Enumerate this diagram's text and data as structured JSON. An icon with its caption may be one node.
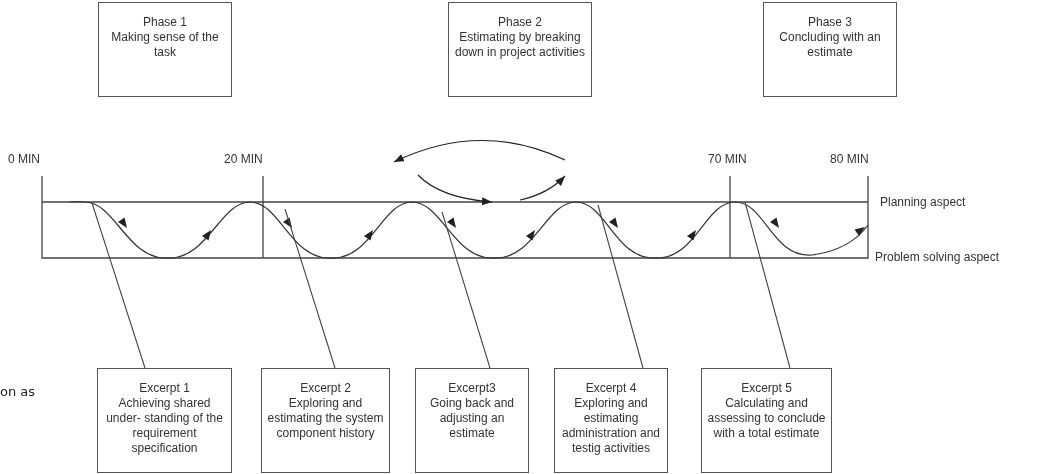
{
  "diagram": {
    "nodes": [
      {
        "text": [
          "Phase 1",
          "Making sense of the task"
        ]
      },
      {
        "text": [
          "Phase 2",
          "Estimating by breaking down in project activities"
        ]
      },
      {
        "text": [
          "Phase 3",
          "Concluding with an estimate"
        ]
      },
      {
        "text": [
          "Excerpt 1",
          "Achieving shared under- standing of the requirement specification"
        ]
      },
      {
        "text": [
          "Excerpt 2",
          "Exploring and estimating the system component history"
        ]
      },
      {
        "text": [
          "Excerpt3",
          "Going back and adjusting an estimate"
        ]
      },
      {
        "text": [
          "Excerpt 4",
          "Exploring and estimating administration and testig activities"
        ]
      },
      {
        "text": [
          "Excerpt 5",
          "Calculating and assessing to conclude with a total estimate"
        ]
      },
      {
        "text": [],
        "shape": "wave"
      }
    ],
    "edges": [
      {
        "from": 3,
        "to": 8,
        "arrow": "none"
      },
      {
        "from": 4,
        "to": 8,
        "arrow": "none"
      },
      {
        "from": 5,
        "to": 8,
        "arrow": "none"
      },
      {
        "from": 6,
        "to": 8,
        "arrow": "none"
      },
      {
        "from": 7,
        "to": 8,
        "arrow": "none"
      }
    ],
    "labels": [
      "0 MIN",
      "20 MIN",
      "70 MIN",
      "80 MIN",
      "Planning aspect",
      "Problem solving aspect",
      "on as"
    ]
  }
}
